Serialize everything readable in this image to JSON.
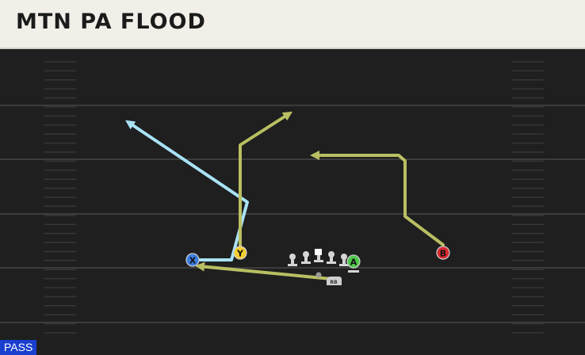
{
  "play": {
    "title": "MTN PA FLOOD",
    "mode": "PASS"
  },
  "colors": {
    "field": "#1f1f1f",
    "yard_line": "#3c3c3c",
    "route_primary": "#b9bf62",
    "route_blue": "#a9e2f5",
    "receiver_X": "#3b7de0",
    "receiver_Y": "#f5cf2f",
    "receiver_A": "#4dc94b",
    "receiver_B": "#d8282f",
    "mode_badge": "#1a3fcf"
  },
  "players": [
    {
      "id": "X",
      "label": "X",
      "role": "receiver"
    },
    {
      "id": "Y",
      "label": "Y",
      "role": "receiver"
    },
    {
      "id": "A",
      "label": "A",
      "role": "receiver"
    },
    {
      "id": "B",
      "label": "B",
      "role": "receiver"
    },
    {
      "id": "RB",
      "label": "RB",
      "role": "running-back"
    },
    {
      "id": "QB",
      "label": "",
      "role": "quarterback"
    }
  ],
  "linemen_count": 5
}
